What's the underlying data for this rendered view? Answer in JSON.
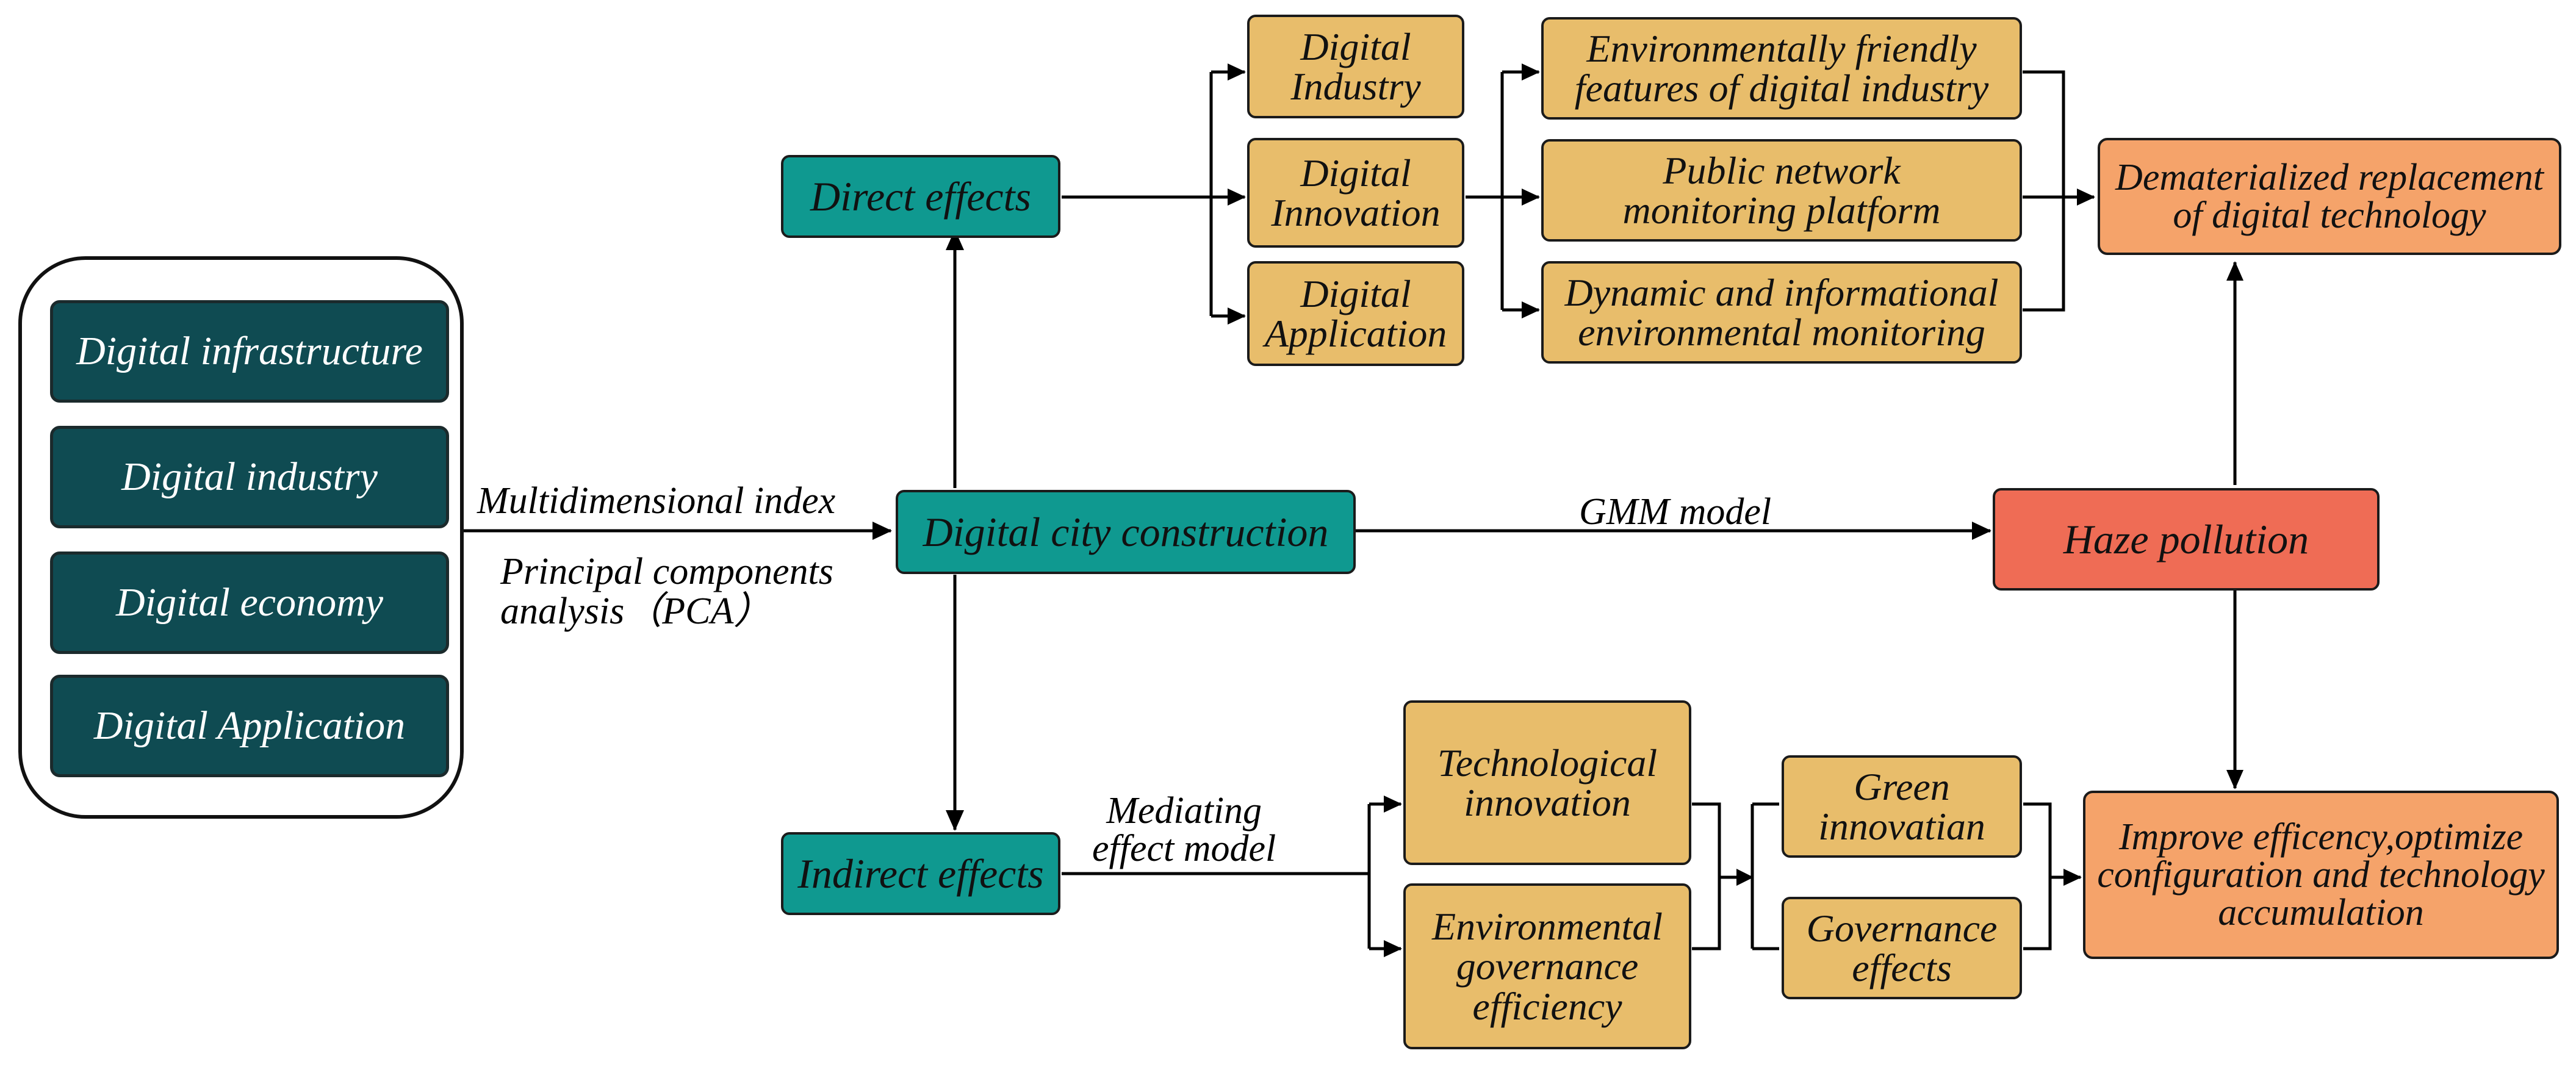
{
  "inputs_group": {
    "items": [
      "Digital infrastructure",
      "Digital industry",
      "Digital economy",
      "Digital Application"
    ]
  },
  "center": "Digital city construction",
  "direct_effects": "Direct effects",
  "indirect_effects": "Indirect effects",
  "digital_nodes": {
    "industry": "Digital\nIndustry",
    "innovation": "Digital\nInnovation",
    "application": "Digital\nApplication"
  },
  "mechanisms": {
    "eco": "Environmentally friendly\nfeatures of digital industry",
    "public": "Public network\nmonitoring platform",
    "dynamic": "Dynamic and informational\nenvironmental monitoring"
  },
  "outcome_top": "Dematerialized replacement\nof digital technology",
  "haze": "Haze pollution",
  "outcome_bottom": "Improve efficency,optimize\nconfiguration and technology\naccumulation",
  "mediators": {
    "tech": "Technological\ninnovation",
    "env": "Environmental\ngovernance\nefficiency"
  },
  "effects": {
    "green": "Green\ninnovatian",
    "governance": "Governance\neffects"
  },
  "labels": {
    "multidim": "Multidimensional index",
    "pca": "Principal components\nanalysis（PCA）",
    "gmm": "GMM model",
    "mediating": "Mediating\neffect model"
  },
  "colors": {
    "dark_teal": "#0f4b52",
    "teal": "#0f9990",
    "tan": "#e8bd6b",
    "orange": "#f5a36a",
    "red": "#ef6c55"
  }
}
